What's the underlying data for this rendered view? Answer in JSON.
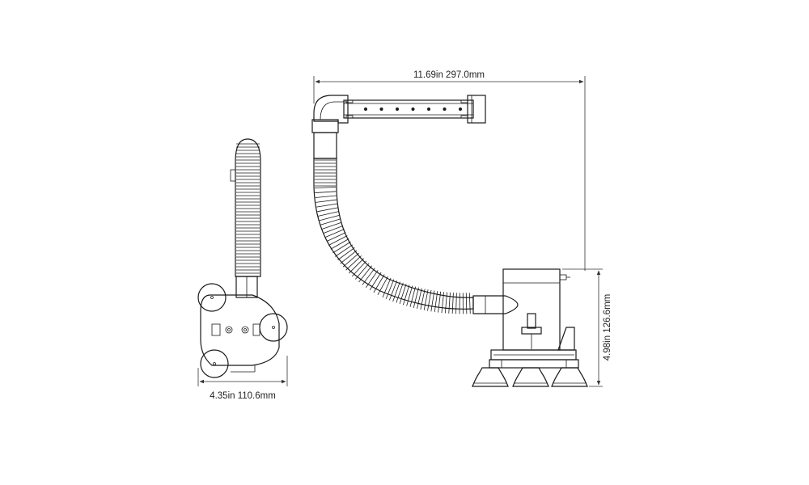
{
  "dimensions": {
    "width_label": "11.69in 297.0mm",
    "height_label": "4.98in 126.6mm",
    "depth_label": "4.35in 110.6mm"
  },
  "colors": {
    "line": "#1a1a1a",
    "background": "#ffffff"
  }
}
